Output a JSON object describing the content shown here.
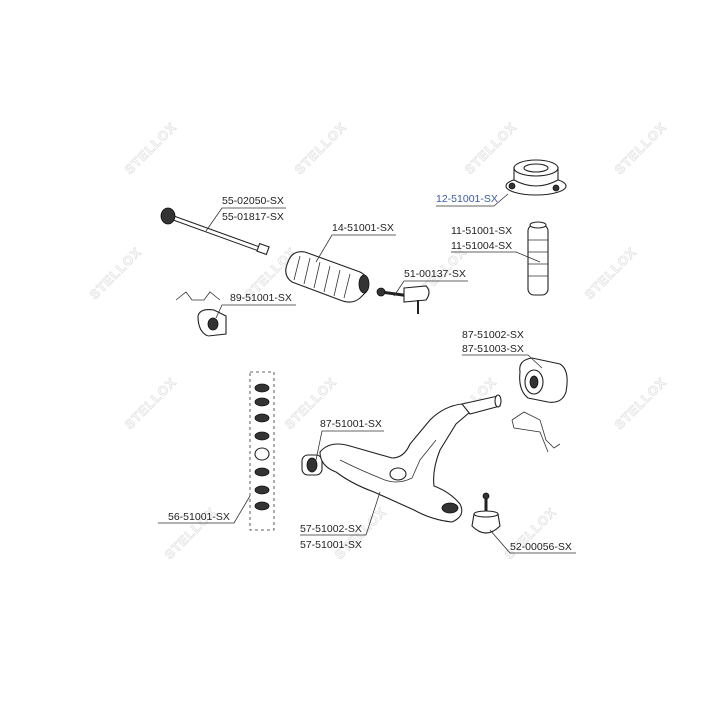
{
  "watermark": {
    "text": "STELLOX"
  },
  "labels": [
    {
      "id": "p1",
      "text": "55-02050-SX",
      "highlight": false
    },
    {
      "id": "p2",
      "text": "55-01817-SX",
      "highlight": false
    },
    {
      "id": "p3",
      "text": "14-51001-SX",
      "highlight": false
    },
    {
      "id": "p4",
      "text": "12-51001-SX",
      "highlight": true
    },
    {
      "id": "p5",
      "text": "11-51001-SX",
      "highlight": false
    },
    {
      "id": "p6",
      "text": "11-51004-SX",
      "highlight": false
    },
    {
      "id": "p7",
      "text": "51-00137-SX",
      "highlight": false
    },
    {
      "id": "p8",
      "text": "89-51001-SX",
      "highlight": false
    },
    {
      "id": "p9",
      "text": "87-51002-SX",
      "highlight": false
    },
    {
      "id": "p10",
      "text": "87-51003-SX",
      "highlight": false
    },
    {
      "id": "p11",
      "text": "87-51001-SX",
      "highlight": false
    },
    {
      "id": "p12",
      "text": "56-51001-SX",
      "highlight": false
    },
    {
      "id": "p13",
      "text": "57-51002-SX",
      "highlight": false
    },
    {
      "id": "p14",
      "text": "57-51001-SX",
      "highlight": false
    },
    {
      "id": "p15",
      "text": "52-00056-SX",
      "highlight": false
    }
  ],
  "colors": {
    "highlight": "#3a5ba8",
    "text": "#222222",
    "watermark": "#e2e2e2"
  }
}
